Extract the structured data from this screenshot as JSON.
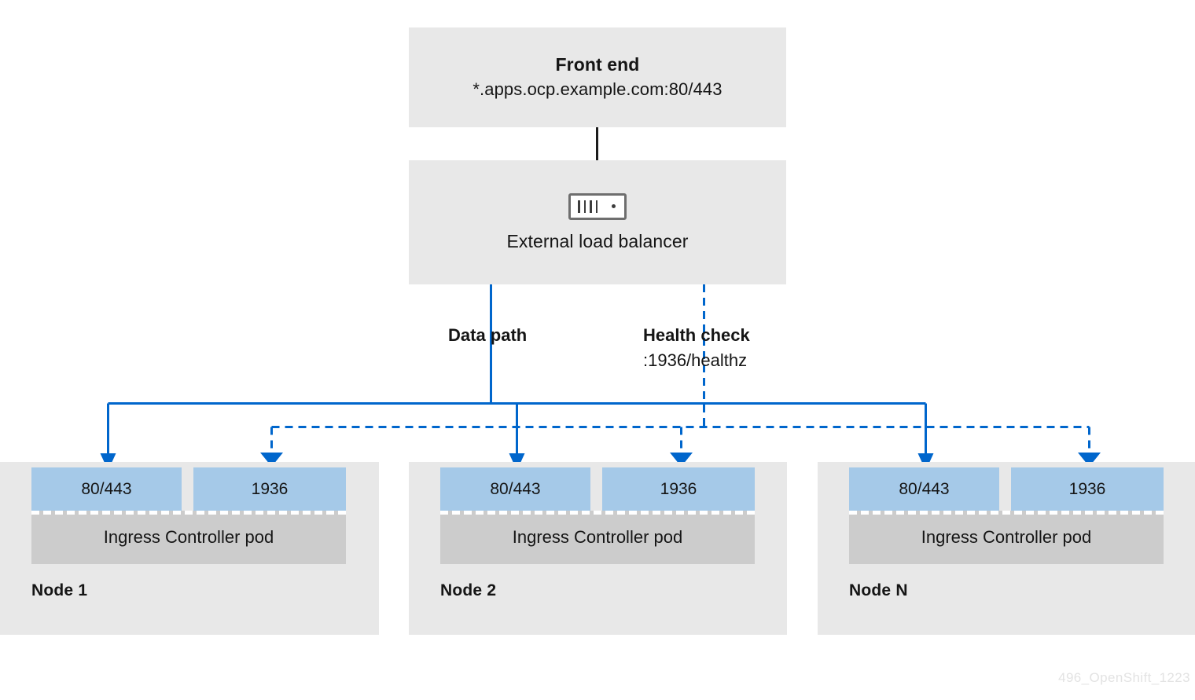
{
  "diagram": {
    "title": "OpenShift Ingress Controller external load balancer topology",
    "watermark": "496_OpenShift_1223",
    "colors": {
      "wire_blue": "#0066CC",
      "box_gray": "#E8E8E8",
      "pod_gray": "#CCCCCC",
      "port_blue": "#A5C9E8",
      "stem_black": "#1C1C1C",
      "icon_border": "#6E6E6E",
      "text": "#151515",
      "watermark": "#E3E3E3"
    }
  },
  "frontend": {
    "title": "Front end",
    "subtitle": "*.apps.ocp.example.com:80/443"
  },
  "load_balancer": {
    "label": "External load balancer",
    "icon": "server-rack-icon"
  },
  "paths": {
    "data": {
      "label": "Data path",
      "detail": "",
      "style": "solid"
    },
    "health": {
      "label": "Health check",
      "detail": ":1936/healthz",
      "style": "dashed"
    }
  },
  "nodes": [
    {
      "label": "Node 1",
      "pod_label": "Ingress Controller pod",
      "ports": [
        {
          "name": "data-port",
          "value": "80/443"
        },
        {
          "name": "health-port",
          "value": "1936"
        }
      ]
    },
    {
      "label": "Node 2",
      "pod_label": "Ingress Controller pod",
      "ports": [
        {
          "name": "data-port",
          "value": "80/443"
        },
        {
          "name": "health-port",
          "value": "1936"
        }
      ]
    },
    {
      "label": "Node N",
      "pod_label": "Ingress Controller pod",
      "ports": [
        {
          "name": "data-port",
          "value": "80/443"
        },
        {
          "name": "health-port",
          "value": "1936"
        }
      ]
    }
  ]
}
